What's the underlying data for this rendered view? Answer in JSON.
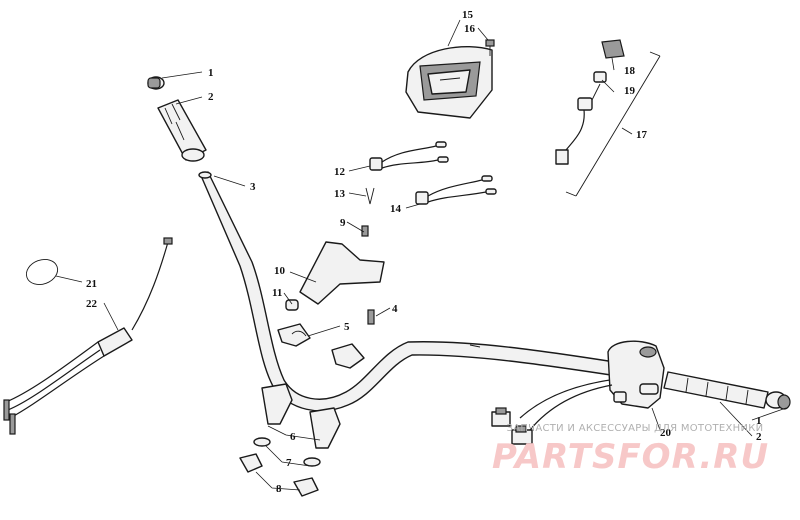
{
  "diagram": {
    "callouts": [
      "1",
      "2",
      "3",
      "4",
      "5",
      "6",
      "7",
      "8",
      "9",
      "10",
      "11",
      "12",
      "13",
      "14",
      "15",
      "16",
      "17",
      "18",
      "19",
      "20",
      "21",
      "22",
      "1",
      "2"
    ]
  },
  "watermark": {
    "caption": "ЗАПЧАСТИ И АКСЕССУАРЫ ДЛЯ МОТОТЕХНИКИ",
    "logo": "PARTSFOR.RU"
  },
  "colors": {
    "line": "#1a1a1a",
    "watermark_logo": "#f7c8c8",
    "watermark_text": "#b0b0b0"
  }
}
